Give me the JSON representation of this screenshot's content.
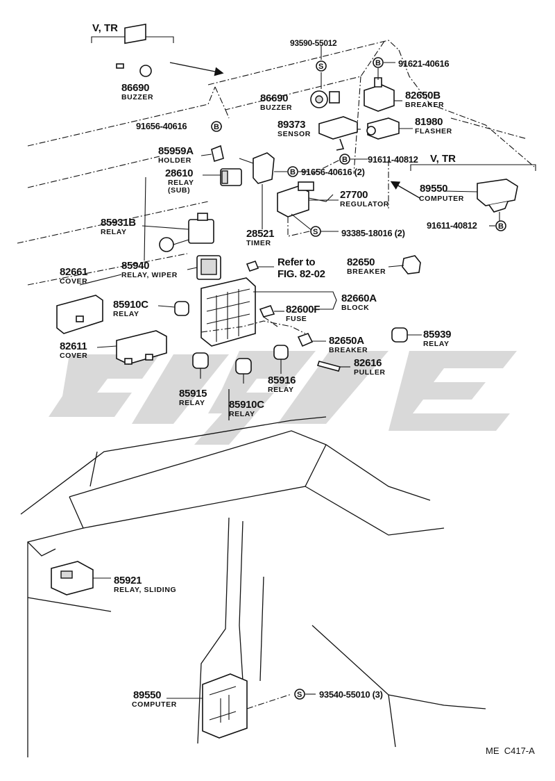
{
  "figure_code": "ME  C417-A",
  "variant_labels": {
    "top_left": "V, TR",
    "right": "V, TR"
  },
  "reference": {
    "line1": "Refer to",
    "line2": "FIG. 82-02"
  },
  "bolt_symbols": {
    "s": "S",
    "b": "B"
  },
  "parts": [
    {
      "id": "p86690a",
      "number": "86690",
      "name": "BUZZER"
    },
    {
      "id": "p86690b",
      "number": "86690",
      "name": "BUZZER"
    },
    {
      "id": "p93590",
      "number": "93590-55012",
      "name": ""
    },
    {
      "id": "p91621",
      "number": "91621-40616",
      "name": ""
    },
    {
      "id": "p82650b",
      "number": "82650B",
      "name": "BREAKER"
    },
    {
      "id": "p91656a",
      "number": "91656-40616",
      "name": ""
    },
    {
      "id": "p89373",
      "number": "89373",
      "name": "SENSOR"
    },
    {
      "id": "p81980",
      "number": "81980",
      "name": "FLASHER"
    },
    {
      "id": "p85959a",
      "number": "85959A",
      "name": "HOLDER"
    },
    {
      "id": "p91611a",
      "number": "91611-40812",
      "name": ""
    },
    {
      "id": "p28610",
      "number": "28610",
      "name": "RELAY",
      "sub": "(SUB)"
    },
    {
      "id": "p91656b",
      "number": "91656-40616 (2)",
      "name": ""
    },
    {
      "id": "p27700",
      "number": "27700",
      "name": "REGULATOR"
    },
    {
      "id": "p89550a",
      "number": "89550",
      "name": "COMPUTER"
    },
    {
      "id": "p85931b",
      "number": "85931B",
      "name": "RELAY"
    },
    {
      "id": "p28521",
      "number": "28521",
      "name": "TIMER"
    },
    {
      "id": "p93385",
      "number": "93385-18016 (2)",
      "name": ""
    },
    {
      "id": "p91611b",
      "number": "91611-40812",
      "name": ""
    },
    {
      "id": "p82661",
      "number": "82661",
      "name": "COVER"
    },
    {
      "id": "p85940",
      "number": "85940",
      "name": "RELAY, WIPER"
    },
    {
      "id": "p82650",
      "number": "82650",
      "name": "BREAKER"
    },
    {
      "id": "p82660a",
      "number": "82660A",
      "name": "BLOCK"
    },
    {
      "id": "p85910c_a",
      "number": "85910C",
      "name": "RELAY"
    },
    {
      "id": "p82600f",
      "number": "82600F",
      "name": "FUSE"
    },
    {
      "id": "p85939",
      "number": "85939",
      "name": "RELAY"
    },
    {
      "id": "p82611",
      "number": "82611",
      "name": "COVER"
    },
    {
      "id": "p82650a",
      "number": "82650A",
      "name": "BREAKER"
    },
    {
      "id": "p82616",
      "number": "82616",
      "name": "PULLER"
    },
    {
      "id": "p85916",
      "number": "85916",
      "name": "RELAY"
    },
    {
      "id": "p85915",
      "number": "85915",
      "name": "RELAY"
    },
    {
      "id": "p85910c_b",
      "number": "85910C",
      "name": "RELAY"
    },
    {
      "id": "p85921",
      "number": "85921",
      "name": "RELAY, SLIDING"
    },
    {
      "id": "p89550b",
      "number": "89550",
      "name": "COMPUTER"
    },
    {
      "id": "p93540",
      "number": "93540-55010 (3)",
      "name": ""
    }
  ]
}
